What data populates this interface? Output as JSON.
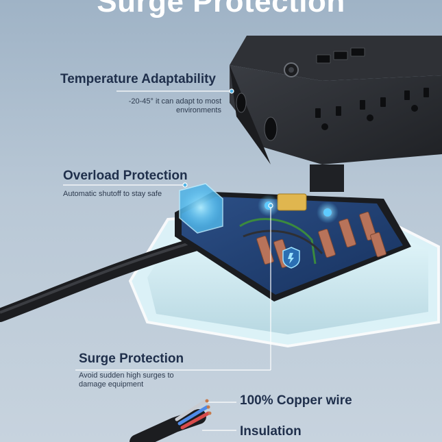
{
  "title": "Surge Protection",
  "callouts": {
    "temperature": {
      "title": "Temperature Adaptability",
      "desc_line1": "-20-45° it can adapt to most",
      "desc_line2": "environments"
    },
    "overload": {
      "title": "Overload Protection",
      "desc": "Automatic shutoff to stay safe"
    },
    "surge": {
      "title": "Surge Protection",
      "desc_line1": "Avoid sudden high surges to",
      "desc_line2": "damage equipment"
    }
  },
  "wire": {
    "copper": "100% Copper wire",
    "insulation": "Insulation"
  },
  "colors": {
    "accent": "#4fb3e6",
    "glow": "#e8fbff",
    "text": "#1f2f4b",
    "device": "#2a2c31"
  },
  "icons": [
    "shield-icon",
    "thermometer-icon"
  ]
}
